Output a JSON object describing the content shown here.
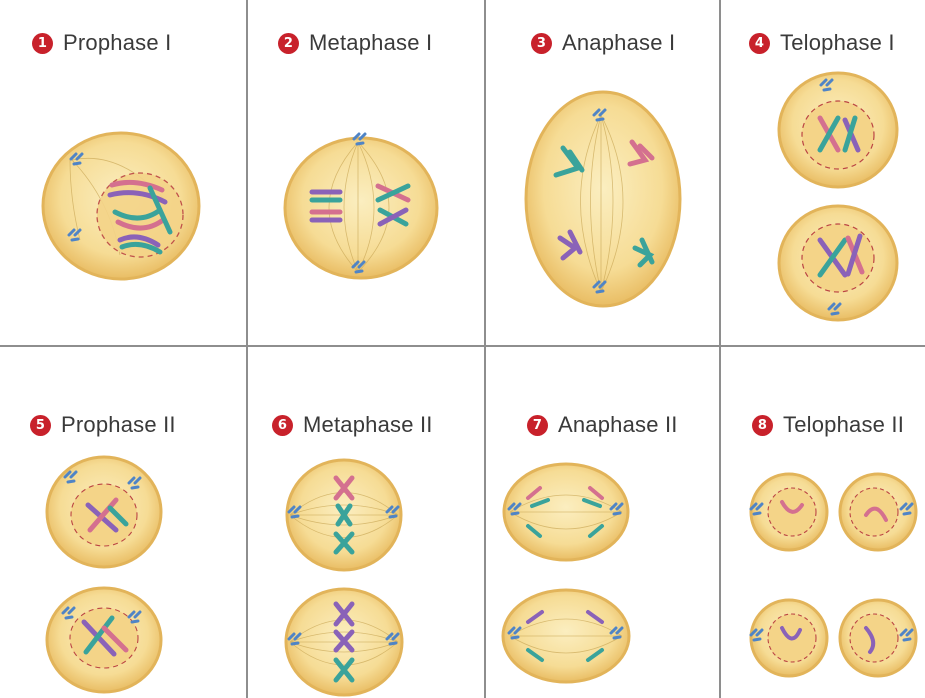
{
  "colors": {
    "cell_fill": "#f6dc95",
    "cell_rim": "#e2b45a",
    "spindle": "#caa857",
    "chromosome_pink": "#d4708f",
    "chromosome_purple": "#8a62b8",
    "chromosome_teal": "#3aa39b",
    "centrosome": "#4f84c6",
    "number_badge": "#c8212b",
    "divider": "#8e8e8e"
  },
  "stages": [
    {
      "number": "1",
      "name": "Prophase I"
    },
    {
      "number": "2",
      "name": "Metaphase I"
    },
    {
      "number": "3",
      "name": "Anaphase I"
    },
    {
      "number": "4",
      "name": "Telophase I"
    },
    {
      "number": "5",
      "name": "Prophase II"
    },
    {
      "number": "6",
      "name": "Metaphase II"
    },
    {
      "number": "7",
      "name": "Anaphase II"
    },
    {
      "number": "8",
      "name": "Telophase II"
    }
  ]
}
